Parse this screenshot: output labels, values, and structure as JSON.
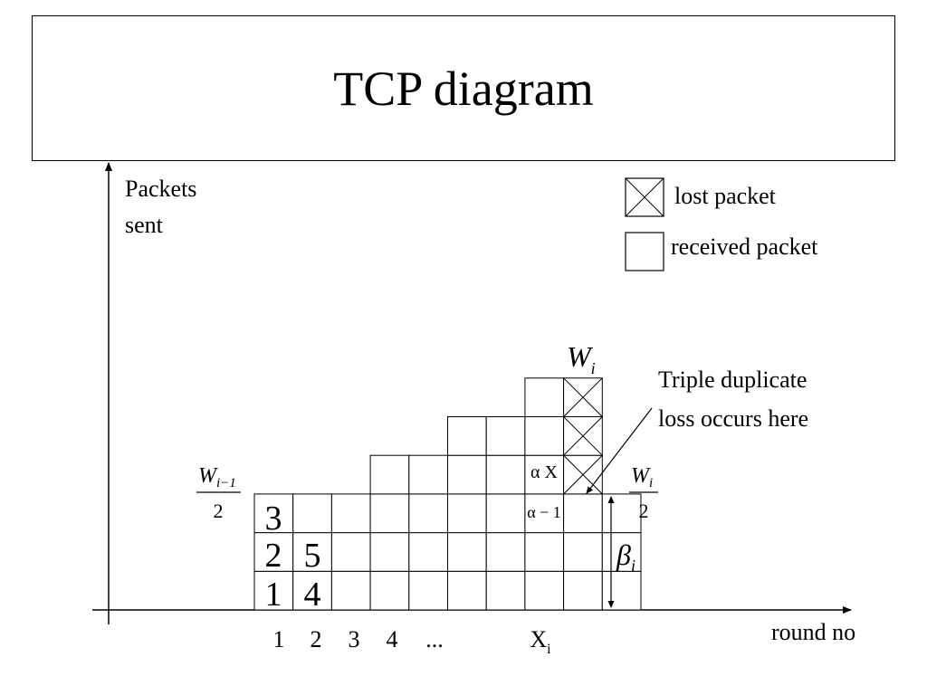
{
  "title": "TCP diagram",
  "y_axis_label": [
    "Packets",
    "sent"
  ],
  "x_axis_label": "round no",
  "legend": {
    "lost": "lost packet",
    "received": "received packet"
  },
  "annotation": [
    "Triple duplicate",
    "loss occurs here"
  ],
  "x_ticks": [
    "1",
    "2",
    "3",
    "4",
    "..."
  ],
  "x_i": {
    "base": "X",
    "sub": "i"
  },
  "w_i": {
    "base": "W",
    "sub": "i"
  },
  "w_prev_half": {
    "num_base": "W",
    "num_sub": "i−1",
    "den": "2"
  },
  "w_i_half": {
    "num_base": "W",
    "num_sub": "i",
    "den": "2"
  },
  "beta_i": {
    "base": "β",
    "sub": "i"
  },
  "packet_numbers": [
    "1",
    "2",
    "3",
    "4",
    "5"
  ],
  "columns": [
    {
      "received": 3,
      "lost": 0
    },
    {
      "received": 3,
      "lost": 0
    },
    {
      "received": 3,
      "lost": 0
    },
    {
      "received": 4,
      "lost": 0
    },
    {
      "received": 4,
      "lost": 0
    },
    {
      "received": 5,
      "lost": 0
    },
    {
      "received": 5,
      "lost": 0
    },
    {
      "received": 6,
      "lost": 0
    },
    {
      "received": 3,
      "lost": 3
    },
    {
      "received": 3,
      "lost": 0
    }
  ],
  "garbled_top": "α X",
  "garbled_bottom": "α − 1"
}
